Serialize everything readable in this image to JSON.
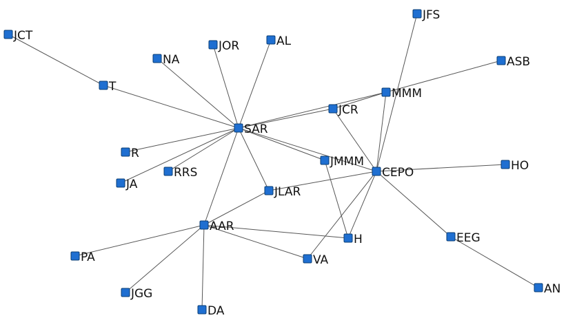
{
  "colors": {
    "node_fill": "#1f6fd1",
    "node_stroke": "#0a3d73",
    "edge": "#555555",
    "label": "#111111",
    "background": "#ffffff"
  },
  "nodes": [
    {
      "id": "JCT",
      "label": "JCT"
    },
    {
      "id": "T",
      "label": "T"
    },
    {
      "id": "NA",
      "label": "NA"
    },
    {
      "id": "JOR",
      "label": "JOR"
    },
    {
      "id": "AL",
      "label": "AL"
    },
    {
      "id": "SAR",
      "label": "SAR"
    },
    {
      "id": "R",
      "label": "R"
    },
    {
      "id": "JA",
      "label": "JA"
    },
    {
      "id": "RRS",
      "label": "RRS"
    },
    {
      "id": "JFS",
      "label": "JFS"
    },
    {
      "id": "ASB",
      "label": "ASB"
    },
    {
      "id": "MMM",
      "label": "MMM"
    },
    {
      "id": "JCR",
      "label": "JCR"
    },
    {
      "id": "JMMM",
      "label": "JMMM"
    },
    {
      "id": "CEPO",
      "label": "CEPO"
    },
    {
      "id": "HO",
      "label": "HO"
    },
    {
      "id": "JLAR",
      "label": "JLAR"
    },
    {
      "id": "AAR",
      "label": "AAR"
    },
    {
      "id": "H",
      "label": "H"
    },
    {
      "id": "EEG",
      "label": "EEG"
    },
    {
      "id": "PA",
      "label": "PA"
    },
    {
      "id": "VA",
      "label": "VA"
    },
    {
      "id": "JGG",
      "label": "JGG"
    },
    {
      "id": "DA",
      "label": "DA"
    },
    {
      "id": "AN",
      "label": "AN"
    }
  ],
  "edges": [
    [
      "JCT",
      "T"
    ],
    [
      "T",
      "SAR"
    ],
    [
      "NA",
      "SAR"
    ],
    [
      "JOR",
      "SAR"
    ],
    [
      "AL",
      "SAR"
    ],
    [
      "SAR",
      "R"
    ],
    [
      "SAR",
      "JA"
    ],
    [
      "SAR",
      "RRS"
    ],
    [
      "SAR",
      "JCR"
    ],
    [
      "SAR",
      "MMM"
    ],
    [
      "SAR",
      "JMMM"
    ],
    [
      "SAR",
      "CEPO"
    ],
    [
      "SAR",
      "JLAR"
    ],
    [
      "SAR",
      "AAR"
    ],
    [
      "JFS",
      "CEPO"
    ],
    [
      "ASB",
      "MMM"
    ],
    [
      "MMM",
      "JCR"
    ],
    [
      "MMM",
      "CEPO"
    ],
    [
      "JCR",
      "CEPO"
    ],
    [
      "JMMM",
      "H"
    ],
    [
      "CEPO",
      "HO"
    ],
    [
      "CEPO",
      "JLAR"
    ],
    [
      "CEPO",
      "EEG"
    ],
    [
      "CEPO",
      "VA"
    ],
    [
      "CEPO",
      "H"
    ],
    [
      "JLAR",
      "AAR"
    ],
    [
      "AAR",
      "H"
    ],
    [
      "AAR",
      "VA"
    ],
    [
      "AAR",
      "PA"
    ],
    [
      "AAR",
      "JGG"
    ],
    [
      "AAR",
      "DA"
    ],
    [
      "EEG",
      "AN"
    ]
  ]
}
